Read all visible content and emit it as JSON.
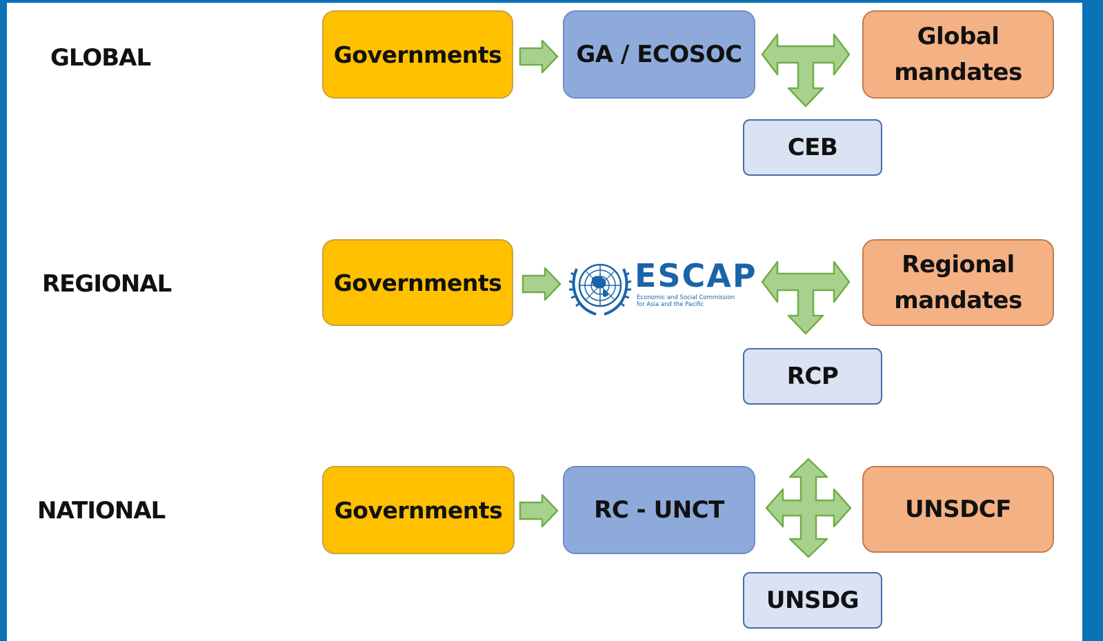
{
  "levels": [
    {
      "label": "GLOBAL",
      "source": "Governments",
      "body": "GA / ECOSOC",
      "mandates": "Global\nmandates",
      "coordination": "CEB"
    },
    {
      "label": "REGIONAL",
      "source": "Governments",
      "logo": {
        "name": "ESCAP",
        "subtitle_line1": "Economic and Social Commission",
        "subtitle_line2": "for Asia and the Pacific"
      },
      "mandates": "Regional\nmandates",
      "coordination": "RCP"
    },
    {
      "label": "NATIONAL",
      "source": "Governments",
      "body": "RC - UNCT",
      "mandates": "UNSDCF",
      "coordination": "UNSDG"
    }
  ],
  "colors": {
    "frame": "#0a72b5",
    "governments": "#ffc000",
    "body": "#8eaadb",
    "mandates": "#f4b183",
    "coordination": "#dae3f3",
    "arrow_fill": "#a9d18e",
    "arrow_stroke": "#70ad47",
    "escap_blue": "#1b64a8"
  },
  "icons": {
    "right_arrow": "block-arrow-right-icon",
    "t_arrow": "t-shape-arrow-icon",
    "cross_arrow": "four-way-arrow-icon",
    "un_emblem": "un-emblem-icon"
  }
}
